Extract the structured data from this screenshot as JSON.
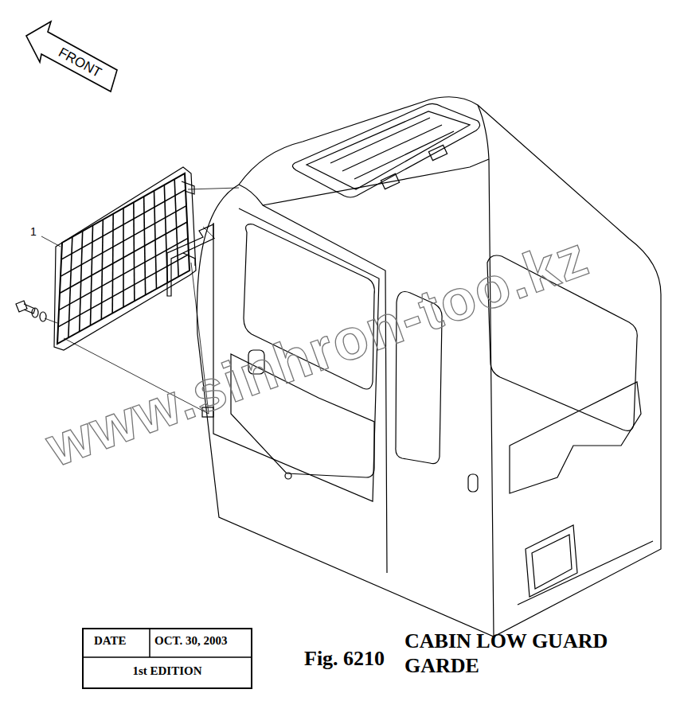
{
  "diagram": {
    "title": "CABIN LOW GUARD GARDE",
    "caption": "Fig. 6210",
    "nodes": [
      {
        "text": [
          "FRONT"
        ]
      }
    ],
    "labels": [
      "1",
      "www.sinhron-too.kz",
      "DATE",
      "OCT. 30, 2003",
      "1st EDITION"
    ]
  }
}
